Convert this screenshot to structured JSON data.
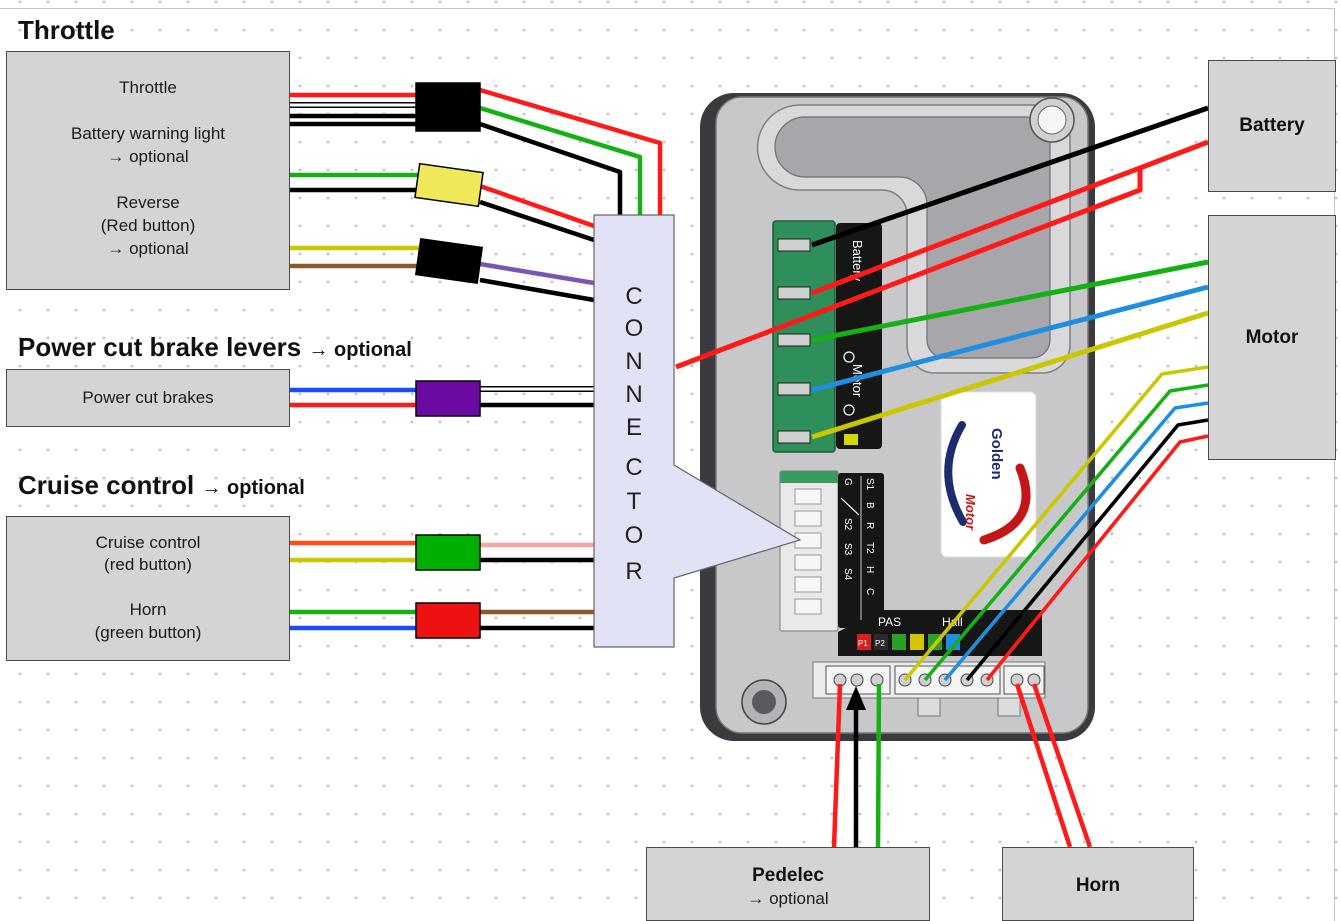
{
  "headings": {
    "throttle": "Throttle",
    "brakes": "Power cut brake levers",
    "brakes_note": "→ optional",
    "cruise": "Cruise control",
    "cruise_note": "→ optional"
  },
  "throttle_box": {
    "lines": [
      "Throttle",
      "Battery warning light",
      "→ optional",
      "Reverse",
      "(Red button)",
      "→ optional"
    ]
  },
  "brakes_box": {
    "label": "Power cut brakes"
  },
  "cruise_box": {
    "lines": [
      "Cruise control",
      "(red button)",
      "Horn",
      "(green button)"
    ]
  },
  "battery_box": {
    "label": "Battery"
  },
  "motor_box": {
    "label": "Motor"
  },
  "pedelec_box": {
    "label": "Pedelec",
    "note": "→ optional"
  },
  "horn_box": {
    "label": "Horn"
  },
  "connector": {
    "letters": [
      "C",
      "O",
      "N",
      "N",
      "E",
      "C",
      "T",
      "O",
      "R"
    ]
  },
  "controller": {
    "power_labels": [
      "Battery",
      "Motor"
    ],
    "signal_labels_left": [
      "G",
      "S2",
      "S3",
      "S4"
    ],
    "signal_labels_right": [
      "S1",
      "B",
      "R",
      "T2",
      "H",
      "C"
    ],
    "port_labels": [
      "PAS",
      "Hall"
    ],
    "pas_pins": [
      "P1",
      "P2"
    ],
    "logo": [
      "Golden",
      "Motor"
    ]
  },
  "colors": {
    "wire_red": "#ff1a1a",
    "wire_green": "#14b014",
    "wire_black": "#000000",
    "wire_white": "#ffffff",
    "wire_yellow": "#c9c800",
    "wire_brown": "#8b5a2b",
    "wire_purple": "#7a56b4",
    "wire_blue": "#1a4cff",
    "wire_light_blue": "#1e8fe0",
    "wire_orange": "#ff4d1a",
    "wire_pink": "#f2a6a6",
    "plug_black": "#000000",
    "plug_yellow": "#efe85a",
    "plug_purple": "#6b0aa3",
    "plug_green": "#00b000",
    "plug_red": "#ee1111",
    "box_fill": "#d4d4d4",
    "connector_fill": "#e2e2f6",
    "logo_blue": "#1e2c6e",
    "logo_red": "#c41616"
  }
}
